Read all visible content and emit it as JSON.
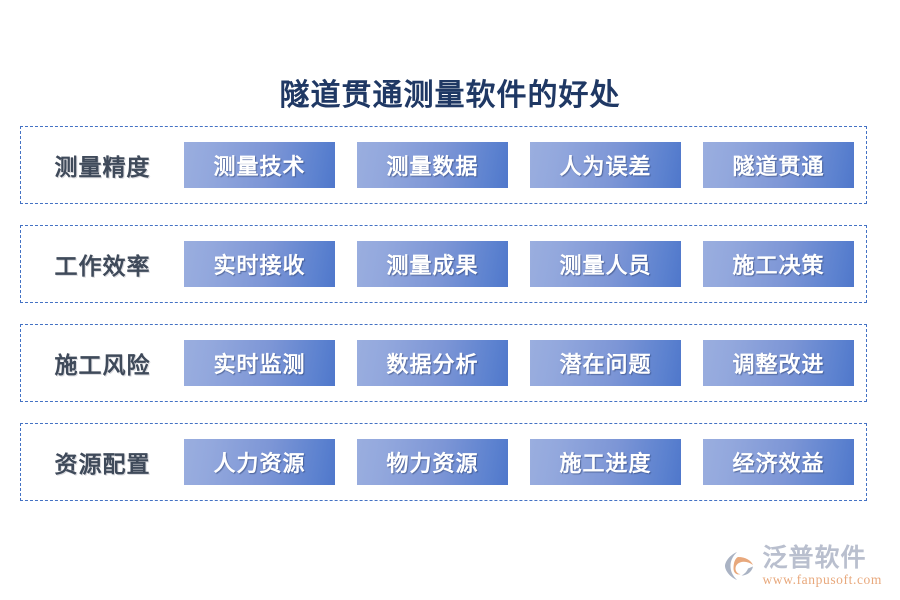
{
  "title": "隧道贯通测量软件的好处",
  "colors": {
    "title_color": "#1f3864",
    "row_border": "#4472c4",
    "chip_gradient_start": "#9aaedf",
    "chip_gradient_end": "#4f77cb",
    "chip_text": "#ffffff",
    "label_text": "#3f4a5a",
    "logo_text": "#b9bfce",
    "logo_url": "#e8a87c",
    "background": "#ffffff"
  },
  "rows": [
    {
      "label": "测量精度",
      "items": [
        "测量技术",
        "测量数据",
        "人为误差",
        "隧道贯通"
      ]
    },
    {
      "label": "工作效率",
      "items": [
        "实时接收",
        "测量成果",
        "测量人员",
        "施工决策"
      ]
    },
    {
      "label": "施工风险",
      "items": [
        "实时监测",
        "数据分析",
        "潜在问题",
        "调整改进"
      ]
    },
    {
      "label": "资源配置",
      "items": [
        "人力资源",
        "物力资源",
        "施工进度",
        "经济效益"
      ]
    }
  ],
  "logo": {
    "mark": "fanpu-swoosh-icon",
    "name": "泛普软件",
    "url": "www.fanpusoft.com"
  }
}
